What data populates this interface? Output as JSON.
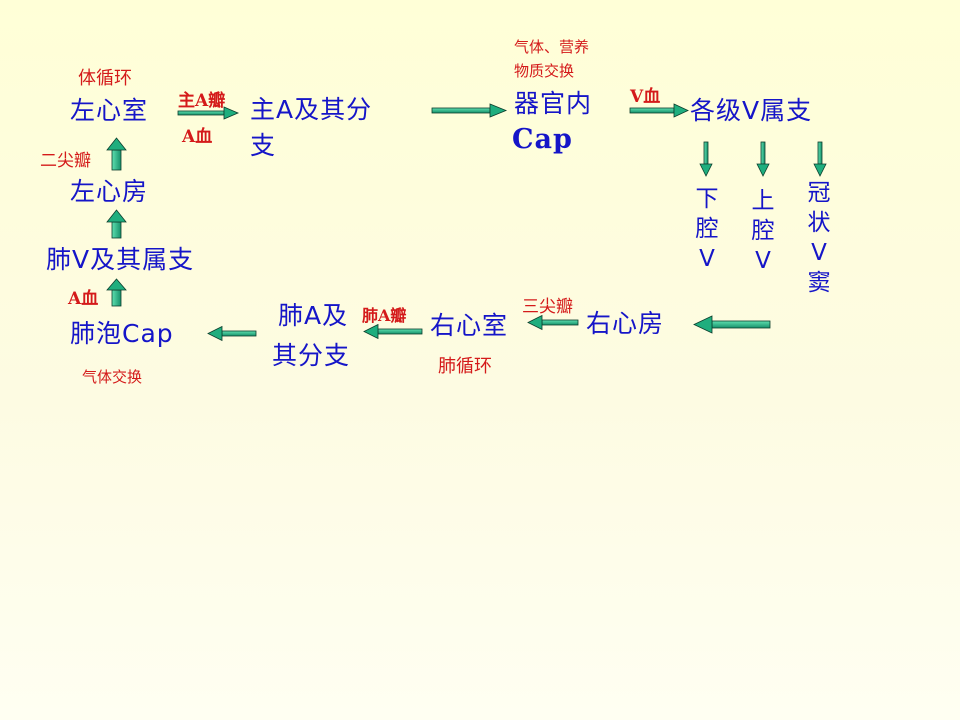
{
  "nodes": {
    "left_ventricle": "左心室",
    "aorta_branches_1": "主A及其分",
    "aorta_branches_2": "支",
    "organ_cap_1": "器官内",
    "organ_cap_2": "Cap",
    "vein_branches": "各级V属支",
    "inferior_vena_cava": "下腔V",
    "superior_vena_cava": "上腔V",
    "coronary_sinus": "冠状V窦",
    "right_atrium": "右心房",
    "right_ventricle": "右心室",
    "pulmonary_artery_1": "肺A及",
    "pulmonary_artery_2": "其分支",
    "alveolar_cap": "肺泡Cap",
    "pulmonary_veins": "肺V及其属支",
    "left_atrium": "左心房"
  },
  "labels": {
    "systemic_circulation": "体循环",
    "aortic_valve": "主A瓣",
    "arterial_blood_top": "A血",
    "gas_nutrient_exchange_1": "气体、营养",
    "gas_nutrient_exchange_2": "物质交换",
    "venous_blood": "V血",
    "tricuspid_valve": "三尖瓣",
    "pulmonary_circulation": "肺循环",
    "pulmonary_valve": "肺A瓣",
    "gas_exchange": "气体交换",
    "arterial_blood_left": "A血",
    "mitral_valve": "二尖瓣"
  },
  "colors": {
    "node_text": "#1515c8",
    "label_text": "#d41a1a",
    "arrow_fill": "#1fae7e",
    "arrow_outline": "#0c3e2c",
    "background_top": "#ffffd7",
    "background_bottom": "#fffff2"
  }
}
